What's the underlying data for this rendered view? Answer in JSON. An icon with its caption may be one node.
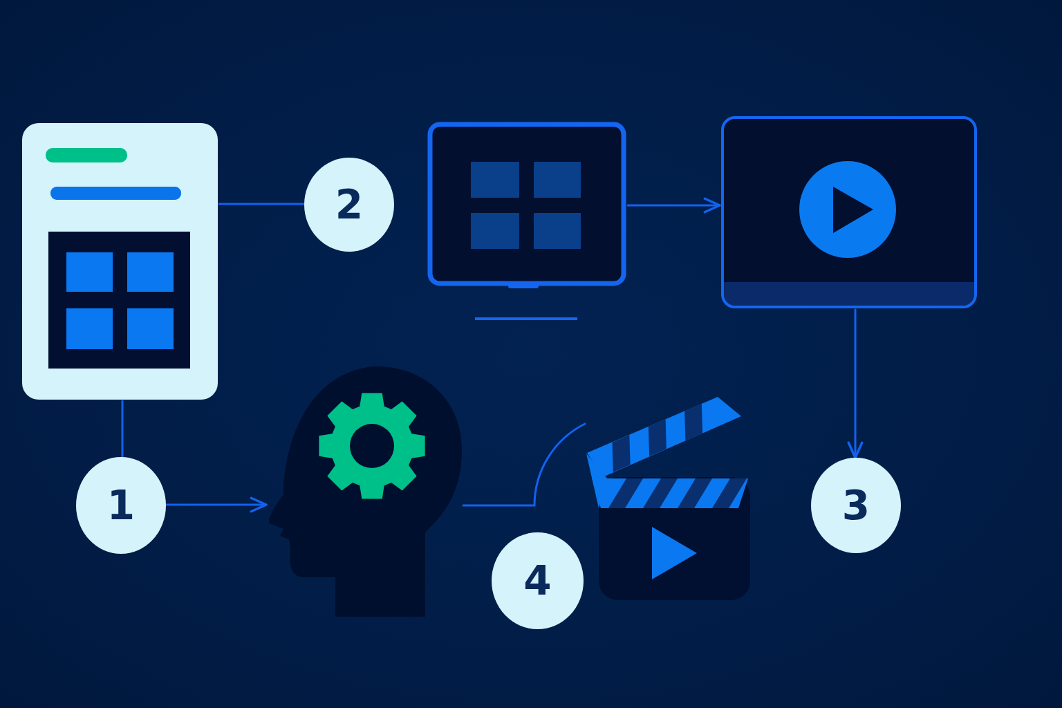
{
  "diagram": {
    "nodes": [
      {
        "text": [],
        "shape": "picture"
      },
      {
        "text": [
          "2"
        ]
      },
      {
        "text": [],
        "shape": "picture"
      },
      {
        "text": [],
        "shape": "picture"
      },
      {
        "text": [
          "1"
        ]
      },
      {
        "text": [],
        "shape": "picture"
      },
      {
        "text": [
          "4"
        ]
      },
      {
        "text": [],
        "shape": "picture"
      },
      {
        "text": [
          "3"
        ]
      }
    ],
    "edges": [
      {
        "from": 0,
        "to": 1,
        "arrow": "none"
      },
      {
        "from": 2,
        "to": 3,
        "arrow": "to"
      },
      {
        "from": 0,
        "to": 4,
        "arrow": "none"
      },
      {
        "from": 3,
        "to": 8,
        "arrow": "to"
      },
      {
        "from": 4,
        "to": 5,
        "arrow": "to"
      },
      {
        "from": 5,
        "to": 7,
        "arrow": "none"
      }
    ]
  }
}
